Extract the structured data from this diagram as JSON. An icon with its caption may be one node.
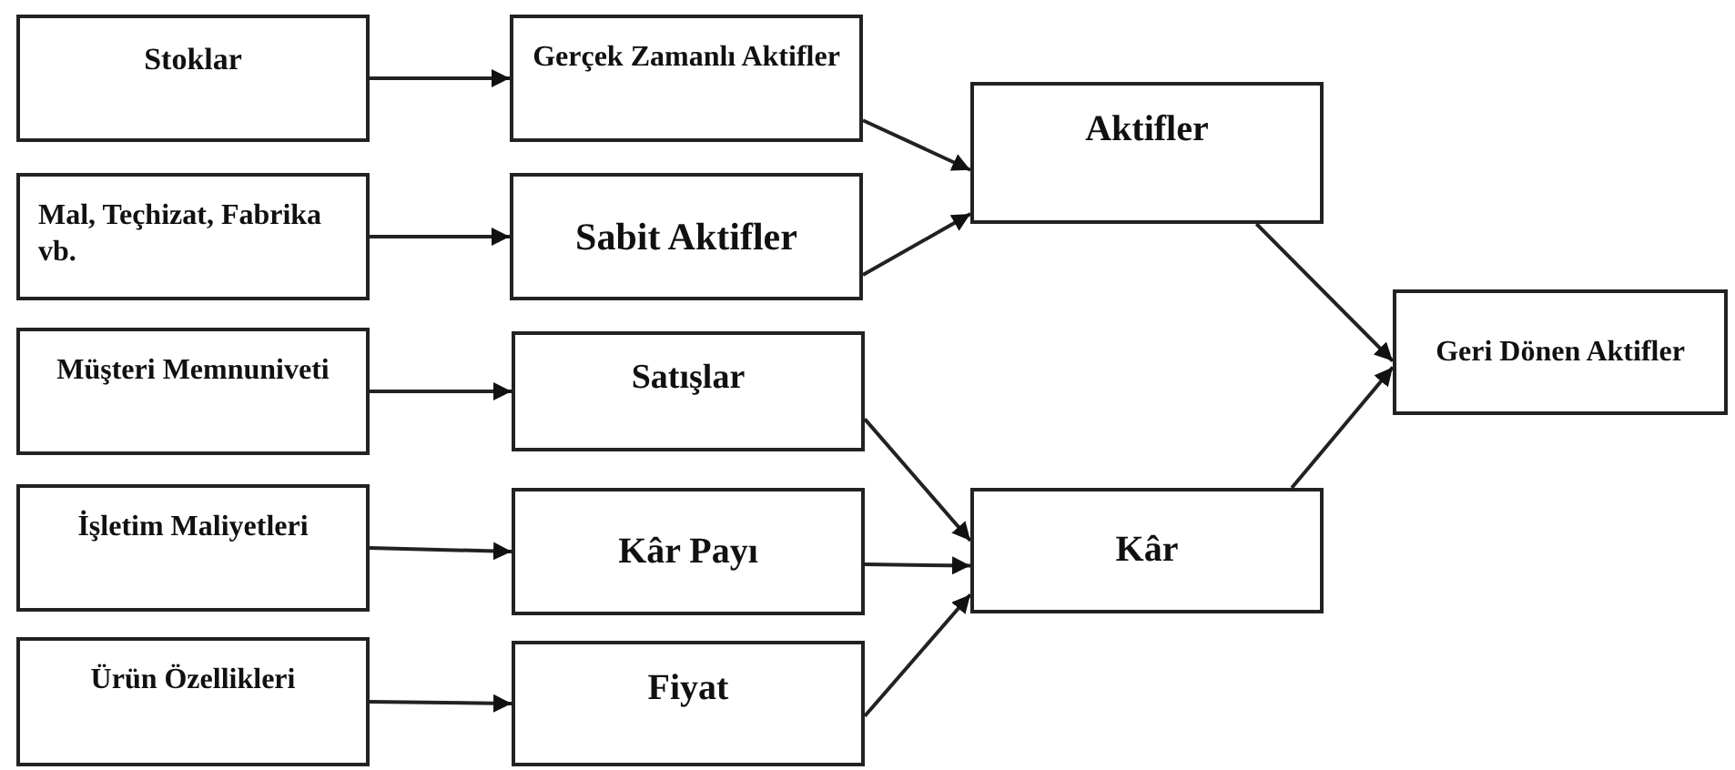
{
  "diagram": {
    "nodes": [
      {
        "text": [
          "Stoklar"
        ]
      },
      {
        "text": [
          "Mal, Teçhizat, Fabrika vb."
        ]
      },
      {
        "text": [
          "Müşteri Memnuniveti"
        ]
      },
      {
        "text": [
          "İşletim Maliyetleri"
        ]
      },
      {
        "text": [
          "Ürün Özellikleri"
        ]
      },
      {
        "text": [
          "Gerçek Zamanlı Aktifler"
        ]
      },
      {
        "text": [
          "Sabit Aktifler"
        ]
      },
      {
        "text": [
          "Satışlar"
        ]
      },
      {
        "text": [
          "Kâr Payı"
        ]
      },
      {
        "text": [
          "Fiyat"
        ]
      },
      {
        "text": [
          "Aktifler"
        ]
      },
      {
        "text": [
          "Kâr"
        ]
      },
      {
        "text": [
          "Geri Dönen Aktifler"
        ]
      }
    ],
    "edges": [
      {
        "from": 0,
        "to": 5,
        "arrow": "to"
      },
      {
        "from": 1,
        "to": 6,
        "arrow": "to"
      },
      {
        "from": 2,
        "to": 7,
        "arrow": "to"
      },
      {
        "from": 3,
        "to": 8,
        "arrow": "to"
      },
      {
        "from": 4,
        "to": 9,
        "arrow": "to"
      },
      {
        "from": 5,
        "to": 10,
        "arrow": "to"
      },
      {
        "from": 6,
        "to": 10,
        "arrow": "to"
      },
      {
        "from": 7,
        "to": 11,
        "arrow": "to"
      },
      {
        "from": 8,
        "to": 11,
        "arrow": "to"
      },
      {
        "from": 9,
        "to": 11,
        "arrow": "to"
      },
      {
        "from": 10,
        "to": 12,
        "arrow": "to"
      },
      {
        "from": 11,
        "to": 12,
        "arrow": "to"
      }
    ]
  }
}
